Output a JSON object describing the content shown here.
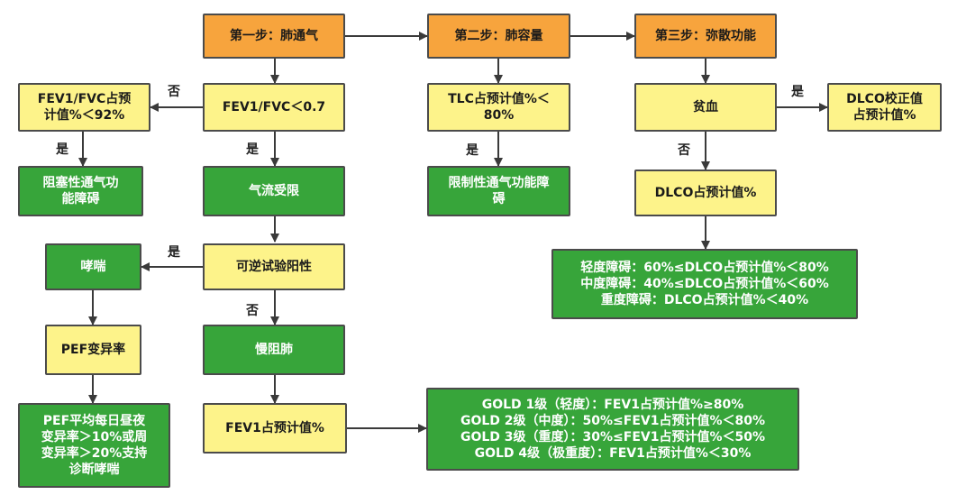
{
  "nodes": {
    "step1": "第一步：肺通气",
    "step2": "第二步：肺容量",
    "step3": "第三步：弥散功能",
    "fev1_fvc_pred": "FEV1/FVC占预\n计值%＜92%",
    "fev1_fvc": "FEV1/FVC＜0.7",
    "tlc": "TLC占预计值%＜\n80%",
    "anemia": "贫血",
    "dlco_corrected": "DLCO校正值\n占预计值%",
    "obstructive": "阻塞性通气功\n能障碍",
    "airflow": "气流受限",
    "restrictive": "限制性通气功能障\n碍",
    "dlco_pred": "DLCO占预计值%",
    "asthma": "哮喘",
    "reversibility": "可逆试验阳性",
    "dlco_grades": "轻度障碍：60%≤DLCO占预计值%＜80%\n中度障碍：40%≤DLCO占预计值%＜60%\n重度障碍：DLCO占预计值%＜40%",
    "pef": "PEF变异率",
    "copd": "慢阻肺",
    "pef_detail": "PEF平均每日昼夜\n变异率＞10%或周\n变异率＞20%支持\n诊断哮喘",
    "fev1_pred": "FEV1占预计值%",
    "gold": "GOLD 1级（轻度）：FEV1占预计值%≥80%\nGOLD 2级（中度）：50%≤FEV1占预计值%＜80%\nGOLD 3级（重度）：30%≤FEV1占预计值%＜50%\nGOLD 4级（极重度）：FEV1占预计值%＜30%"
  },
  "labels": {
    "no_fvc": "否",
    "yes_obstructive": "是",
    "yes_airflow": "是",
    "yes_restrictive": "是",
    "yes_anemia": "是",
    "no_anemia": "否",
    "yes_reversible": "是",
    "no_reversible": "否"
  },
  "colors": {
    "step": "#f7a43d",
    "decision": "#fdf38a",
    "result": "#37a53a",
    "border": "#4b4b4b",
    "arrow": "#3a3a3a"
  }
}
